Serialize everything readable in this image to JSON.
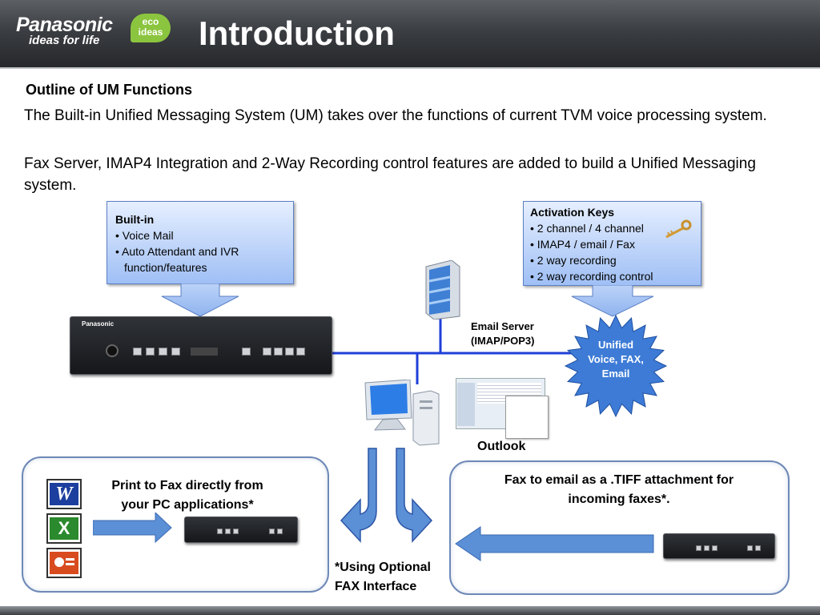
{
  "header": {
    "brand": "Panasonic",
    "tagline": "ideas for life",
    "eco_line1": "eco",
    "eco_line2": "ideas",
    "title": "Introduction"
  },
  "content": {
    "outline_heading": "Outline of UM Functions",
    "paragraph1": "The Built-in Unified Messaging System (UM) takes over the functions of current TVM voice processing system.",
    "paragraph2": "Fax Server, IMAP4 Integration and 2-Way Recording control features are added to build a Unified Messaging system."
  },
  "builtin": {
    "heading": "Built-in",
    "items": [
      "Voice Mail",
      "Auto Attendant and IVR function/features"
    ]
  },
  "activation": {
    "heading": "Activation Keys",
    "items": [
      "2 channel / 4 channel",
      "IMAP4 / email  / Fax",
      " 2 way recording",
      "2 way recording control"
    ]
  },
  "email_server": {
    "line1": "Email Server",
    "line2": "(IMAP/POP3)"
  },
  "unified": {
    "line1": "Unified",
    "line2": "Voice, FAX,",
    "line3": "Email"
  },
  "outlook_label": "Outlook",
  "left_panel": {
    "text_line1": "Print to Fax directly from",
    "text_line2": "your PC applications*"
  },
  "right_panel": {
    "text_line1": "Fax to email as a .TIFF attachment for",
    "text_line2": "incoming faxes*."
  },
  "footnote": {
    "line1": "*Using Optional",
    "line2": "FAX Interface"
  },
  "device_brand": "Panasonic",
  "icons": [
    "key-icon",
    "server-icon",
    "pc-icon",
    "word-icon",
    "excel-icon",
    "powerpoint-icon"
  ],
  "colors": {
    "network_line": "#1f3fd8",
    "burst": "#3d7bd6",
    "arrow": "#5b8fd6",
    "panel_border": "#6e89b7"
  }
}
